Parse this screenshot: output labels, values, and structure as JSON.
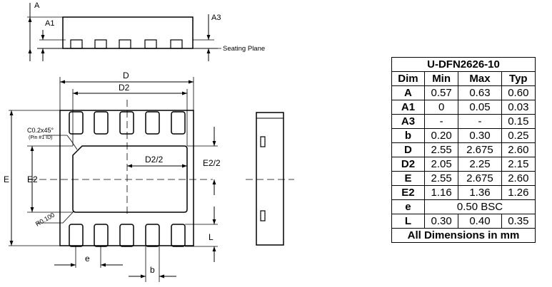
{
  "package_name": "U-DFN2626-10",
  "table_headers": [
    "Dim",
    "Min",
    "Max",
    "Typ"
  ],
  "rows": [
    {
      "dim": "A",
      "min": "0.57",
      "max": "0.63",
      "typ": "0.60"
    },
    {
      "dim": "A1",
      "min": "0",
      "max": "0.05",
      "typ": "0.03"
    },
    {
      "dim": "A3",
      "min": "-",
      "max": "-",
      "typ": "0.15"
    },
    {
      "dim": "b",
      "min": "0.20",
      "max": "0.30",
      "typ": "0.25"
    },
    {
      "dim": "D",
      "min": "2.55",
      "max": "2.675",
      "typ": "2.60"
    },
    {
      "dim": "D2",
      "min": "2.05",
      "max": "2.25",
      "typ": "2.15"
    },
    {
      "dim": "E",
      "min": "2.55",
      "max": "2.675",
      "typ": "2.60"
    },
    {
      "dim": "E2",
      "min": "1.16",
      "max": "1.36",
      "typ": "1.26"
    },
    {
      "dim": "e",
      "span": "0.50 BSC"
    },
    {
      "dim": "L",
      "min": "0.30",
      "max": "0.40",
      "typ": "0.35"
    }
  ],
  "footer": "All Dimensions in mm",
  "drawing_labels": {
    "a": "A",
    "a1": "A1",
    "a3": "A3",
    "seating_plane": "Seating Plane",
    "d": "D",
    "d2": "D2",
    "d2_half": "D2/2",
    "e2_half": "E2/2",
    "e": "E",
    "e2": "E2",
    "chamfer": "C0.2x45°",
    "pin1": "(Pin #1 ID)",
    "radius": "R0.100",
    "pitch": "e",
    "lead_width": "b",
    "lead_length": "L"
  }
}
